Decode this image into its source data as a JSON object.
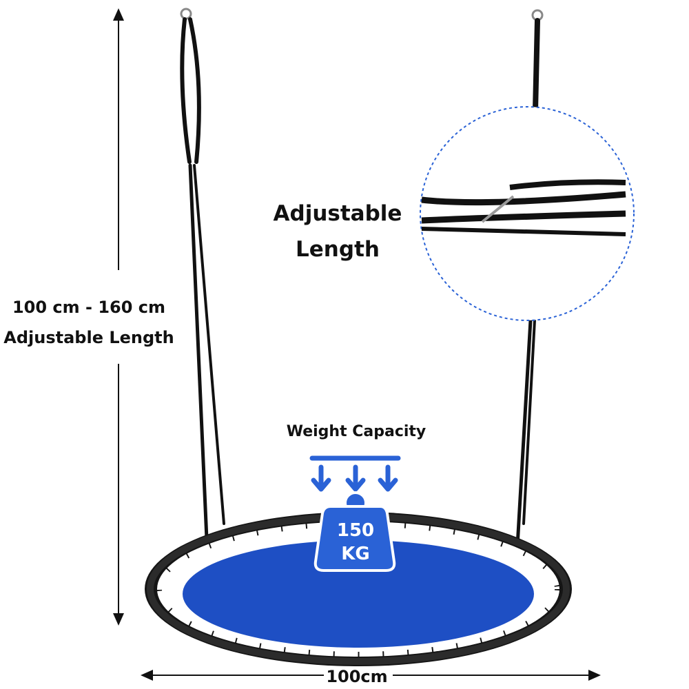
{
  "height_label": {
    "line1": "100 cm - 160 cm",
    "line2": "Adjustable Length"
  },
  "callout_label": {
    "line1": "Adjustable",
    "line2": "Length"
  },
  "weight": {
    "title": "Weight Capacity",
    "value": "150",
    "unit": "KG"
  },
  "width_label": "100cm",
  "colors": {
    "accent": "#2a62d6",
    "seat": "#1e4fc4",
    "rope": "#111111",
    "callout_border": "#2a62d6"
  }
}
